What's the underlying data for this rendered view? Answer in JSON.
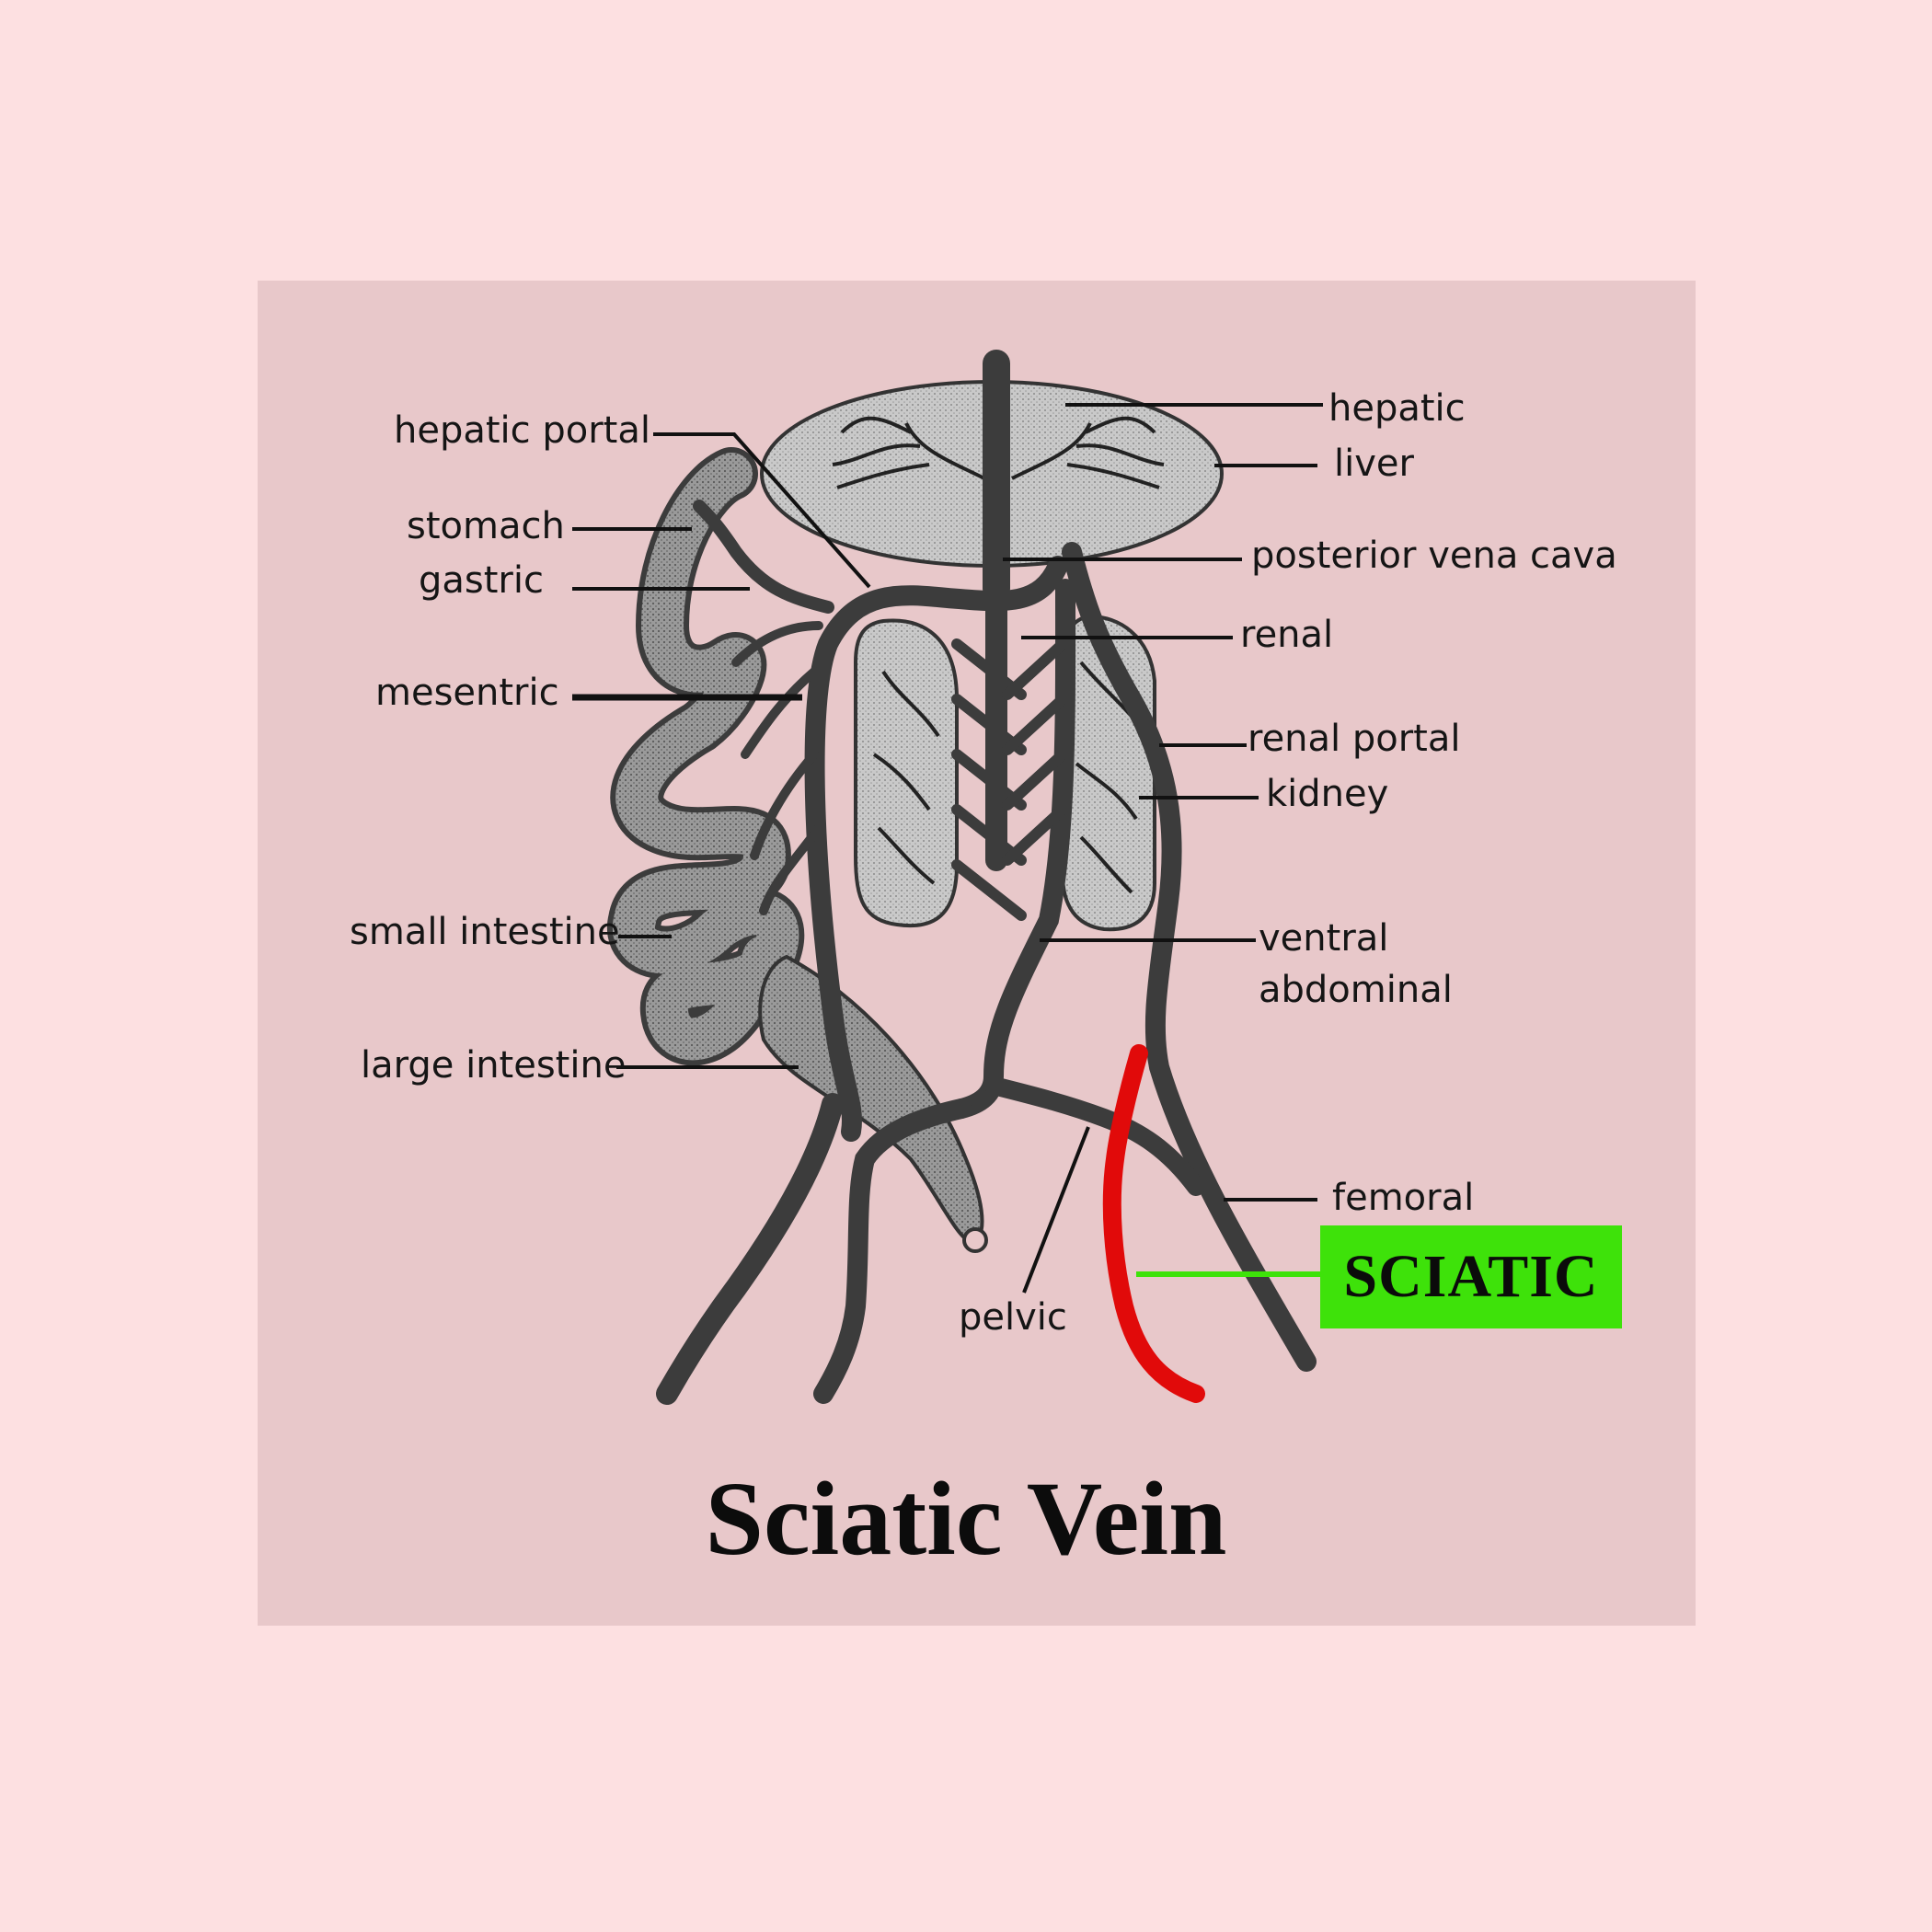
{
  "title": "Sciatic Vein",
  "labels": {
    "hepatic_portal": "hepatic portal",
    "stomach": "stomach",
    "gastric": "gastric",
    "mesentric": "mesentric",
    "small_intestine": "small intestine",
    "large_intestine": "large intestine",
    "hepatic": "hepatic",
    "liver": "liver",
    "posterior_vena_cava": "posterior vena cava",
    "renal": "renal",
    "renal_portal": "renal portal",
    "kidney": "kidney",
    "ventral_abdominal": "ventral abdominal",
    "femoral": "femoral",
    "pelvic": "pelvic"
  },
  "highlight": {
    "label": "SCIATIC",
    "box_color": "#3ee20a",
    "vein_color": "#e10a0a"
  },
  "colors": {
    "page_background": "#fde0e1",
    "panel_background": "#e8c8ca",
    "vein": "#3c3c3c",
    "organ_fill": "#a8a8a8",
    "organ_light": "#cfcfcf"
  }
}
